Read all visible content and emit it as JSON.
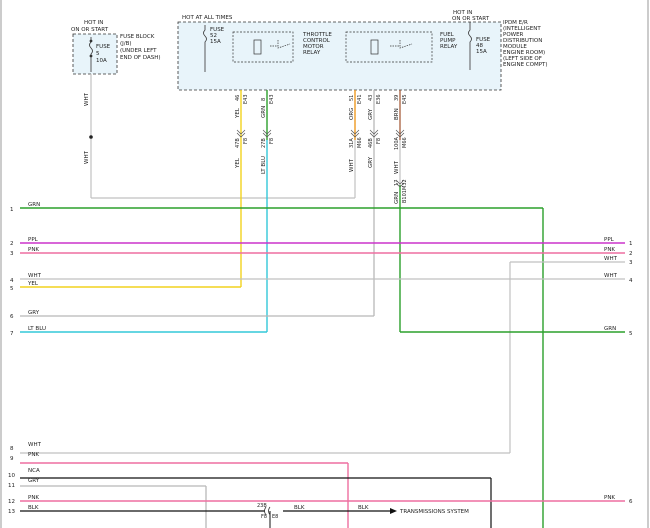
{
  "fuse_block": {
    "hot_label": "HOT IN ON OR START",
    "fuse": "FUSE 5 10A",
    "title": "FUSE BLOCK (J/B) (UNDER LEFT END OF DASH)"
  },
  "ipdm": {
    "hot_all_times": "HOT AT ALL TIMES",
    "fuse52": "FUSE 52 15A",
    "throttle_relay": "THROTTLE CONTROL MOTOR RELAY",
    "fuel_relay": "FUEL PUMP RELAY",
    "hot_on_start": "HOT IN ON OR START",
    "fuse48": "FUSE 48 15A",
    "title": "IPDM E/R (INTELLIGENT POWER DISTRIBUTION MODULE ENGINE ROOM) (LEFT SIDE OF ENGINE COMPT)"
  },
  "upper_wires": [
    {
      "color": "WHT",
      "pin": ""
    },
    {
      "color": "YEL",
      "pin": "46",
      "conn": "E43",
      "pin2": "47B",
      "conn2": "F8"
    },
    {
      "color": "GRN",
      "pin": "8",
      "conn": "E43",
      "pin2": "27B",
      "conn2": "F8"
    },
    {
      "color": "ORG",
      "pin": "51",
      "conn": "E41",
      "pin2": "31A",
      "conn2": "M66"
    },
    {
      "color": "GRY",
      "pin": "43",
      "conn": "E36",
      "pin2": "46B",
      "conn2": "F8"
    },
    {
      "color": "BRN",
      "pin": "39",
      "conn": "E45",
      "pin2": "100A",
      "conn2": "M66"
    }
  ],
  "drop_labels": {
    "wht": "WHT",
    "yel": "YEL",
    "ltblu": "LT BLU",
    "wht2": "WHT",
    "gry": "GRY",
    "wht3": "WHT",
    "grn": "GRN",
    "splice_pin": "17",
    "splice_conn": "M32",
    "splice_pin2": "B101"
  },
  "left_lines": [
    {
      "num": "1",
      "label": "GRN"
    },
    {
      "num": "2",
      "label": "PPL"
    },
    {
      "num": "3",
      "label": "PNK"
    },
    {
      "num": "4",
      "label": "WHT"
    },
    {
      "num": "5",
      "label": "YEL"
    },
    {
      "num": "6",
      "label": "GRY"
    },
    {
      "num": "7",
      "label": "LT BLU"
    },
    {
      "num": "8",
      "label": "WHT"
    },
    {
      "num": "9",
      "label": "PNK"
    },
    {
      "num": "10",
      "label": "NCA"
    },
    {
      "num": "11",
      "label": "GRY"
    },
    {
      "num": "12",
      "label": "PNK"
    },
    {
      "num": "13",
      "label": "BLK"
    }
  ],
  "right_lines": [
    {
      "num": "1",
      "label": "PPL"
    },
    {
      "num": "2",
      "label": "PNK"
    },
    {
      "num": "3",
      "label": "WHT"
    },
    {
      "num": "4",
      "label": "WHT"
    },
    {
      "num": "5",
      "label": "GRN"
    },
    {
      "num": "6",
      "label": "PNK"
    }
  ],
  "bottom": {
    "connector_pin": "23B",
    "conn_a": "F8",
    "conn_b": "E8",
    "blk1": "BLK",
    "blk2": "BLK",
    "arrow_text": "TRANSMISSIONS SYSTEM"
  },
  "colors": {
    "green": "#2ca02c",
    "purple": "#cc33cc",
    "pink": "#ee6fa0",
    "gray": "#b8b8b8",
    "yellow": "#f2d21e",
    "cyan": "#33c8d8",
    "orange": "#ee9a22",
    "black": "#111111",
    "panel": "#e8f4fa"
  }
}
